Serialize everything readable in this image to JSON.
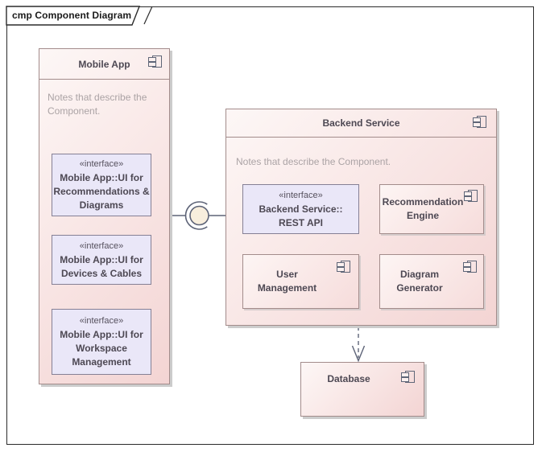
{
  "frame": {
    "tab_label": "cmp Component Diagram"
  },
  "mobile_app": {
    "title": "Mobile App",
    "note": "Notes that describe the Component.",
    "interfaces": [
      {
        "stereotype": "«interface»",
        "name": "Mobile App::UI for Recommendations & Diagrams"
      },
      {
        "stereotype": "«interface»",
        "name": "Mobile App::UI for Devices & Cables"
      },
      {
        "stereotype": "«interface»",
        "name": "Mobile App::UI for Workspace Management"
      }
    ]
  },
  "backend_service": {
    "title": "Backend Service",
    "note": "Notes that describe the Component.",
    "rest_api": {
      "stereotype": "«interface»",
      "name": "Backend Service:: REST API"
    },
    "subcomponents": [
      {
        "name": "Recommendation Engine"
      },
      {
        "name": "User Management"
      },
      {
        "name": "Diagram Generator"
      }
    ]
  },
  "database": {
    "title": "Database"
  },
  "icons": {
    "component_icon": "uml-component-icon"
  },
  "colors": {
    "component_fill_light": "#fdf7f6",
    "component_fill_dark": "#f3d4d3",
    "component_border": "#a38c8b",
    "interface_fill": "#eae7f8",
    "interface_border": "#858095",
    "connector": "#5d6377",
    "ball_fill": "#f8eedd",
    "note_text": "#aba3a5",
    "title_text": "#4d4853",
    "frame_border": "#2b2b2b"
  }
}
